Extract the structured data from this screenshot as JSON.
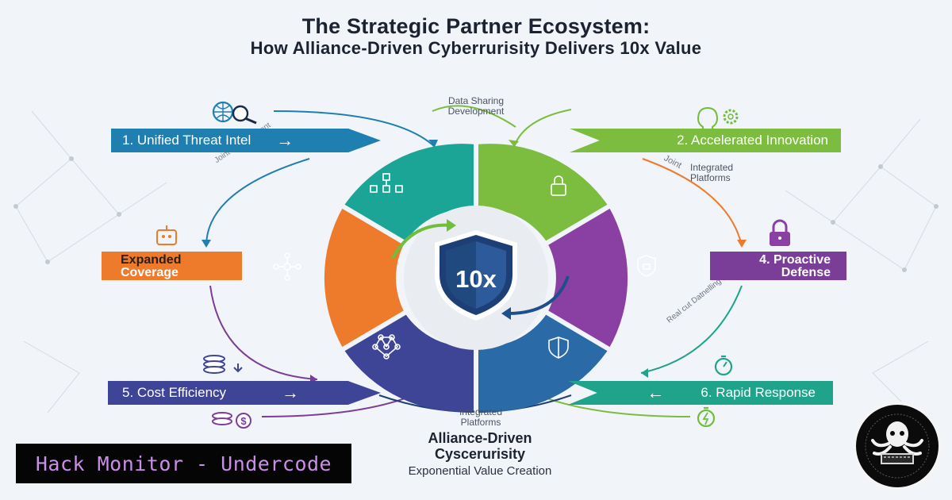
{
  "title": {
    "line1": "The Strategic Partner Ecosystem:",
    "line2": "How Alliance-Driven Cyberrurisity Delivers 10x Value"
  },
  "center": {
    "badge": "10x",
    "title_line1": "Alliance-Driven",
    "title_line2": "Cyscerurisity",
    "subtitle": "Exponential Value Creation"
  },
  "banners": {
    "b1": "1. Unified Threat Intel",
    "b2": "2. Accelerated Innovation",
    "b3_line1": "Expanded",
    "b3_line2": "Coverage",
    "b4_line1": "4. Proactive",
    "b4_line2": "Defense",
    "b5": "5. Cost Efficiency",
    "b6": "6. Rapid Response",
    "arrow": "→",
    "arrow_left": "←"
  },
  "notes": {
    "top_line1": "Data Sharing",
    "top_line2": "Development",
    "integrated_line1": "Integrated",
    "integrated_line2": "Platforms",
    "bottom_line1": "Integrated",
    "bottom_line2": "Platforms",
    "joint_dev": "Joint Development",
    "joint": "Joint",
    "rotated": "Real cut Datnelling ilpare"
  },
  "watermark": {
    "text": "Hack Monitor - Undercode"
  },
  "colors": {
    "blue": "#1f7fb0",
    "green": "#7cbc3e",
    "teal": "#1fa38a",
    "purple": "#7b3e98",
    "indigo": "#3e4597",
    "orange": "#ee7a2c",
    "shield": "#1e3f75"
  },
  "icons": [
    "globe-search-icon",
    "lightbulb-gear-icon",
    "padlock-icon",
    "network-icon",
    "shield-lock-icon",
    "hub-icon",
    "shield-icon",
    "coin-stack-icon",
    "stopwatch-icon",
    "money-icon",
    "robot-icon",
    "octopus-logo"
  ]
}
